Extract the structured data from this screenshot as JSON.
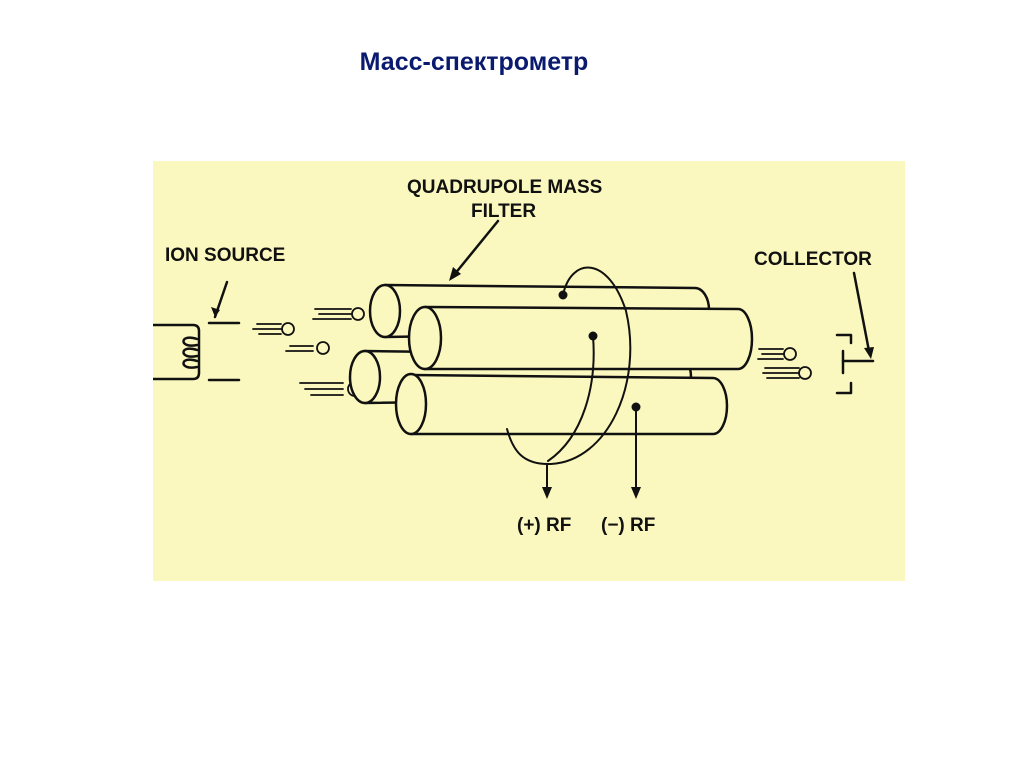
{
  "slide": {
    "title": "Масс-спектрометр"
  },
  "diagram": {
    "labels": {
      "quadrupole_line1": "QUADRUPOLE MASS",
      "quadrupole_line2": "FILTER",
      "ion_source": "ION SOURCE",
      "collector": "COLLECTOR",
      "plus_rf": "(+) RF",
      "minus_rf": "(−) RF"
    },
    "colors": {
      "background": "#fbf8bf",
      "title": "#0a1a6e",
      "line": "#111111"
    }
  }
}
